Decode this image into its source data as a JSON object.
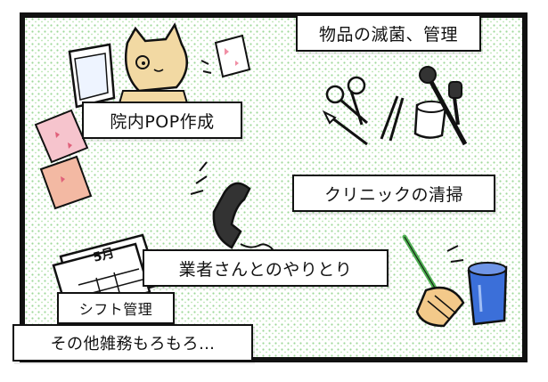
{
  "colors": {
    "panel_border": "#111111",
    "background_dots": "#9fd89a",
    "caption_bg": "#ffffff",
    "text": "#111111",
    "pink": "#f3b3bf",
    "blue": "#3b6fd9",
    "green_stick": "#4caf50",
    "cat": "#f2d9a3"
  },
  "captions": {
    "sterilize": "物品の滅菌、管理",
    "pop": "院内POP作成",
    "cleaning": "クリニックの清掃",
    "vendor": "業者さんとのやりとり",
    "shift": "シフト管理",
    "misc": "その他雑務もろもろ…"
  },
  "calendar": {
    "month": "5月"
  },
  "icons": [
    "cat-character-icon",
    "monitor-icon",
    "pop-card-icon",
    "scissors-icon",
    "tweezers-icon",
    "scalpel-icon",
    "cup-icon",
    "dental-mirror-icon",
    "telephone-icon",
    "calendar-icon",
    "broom-icon",
    "bucket-icon"
  ]
}
